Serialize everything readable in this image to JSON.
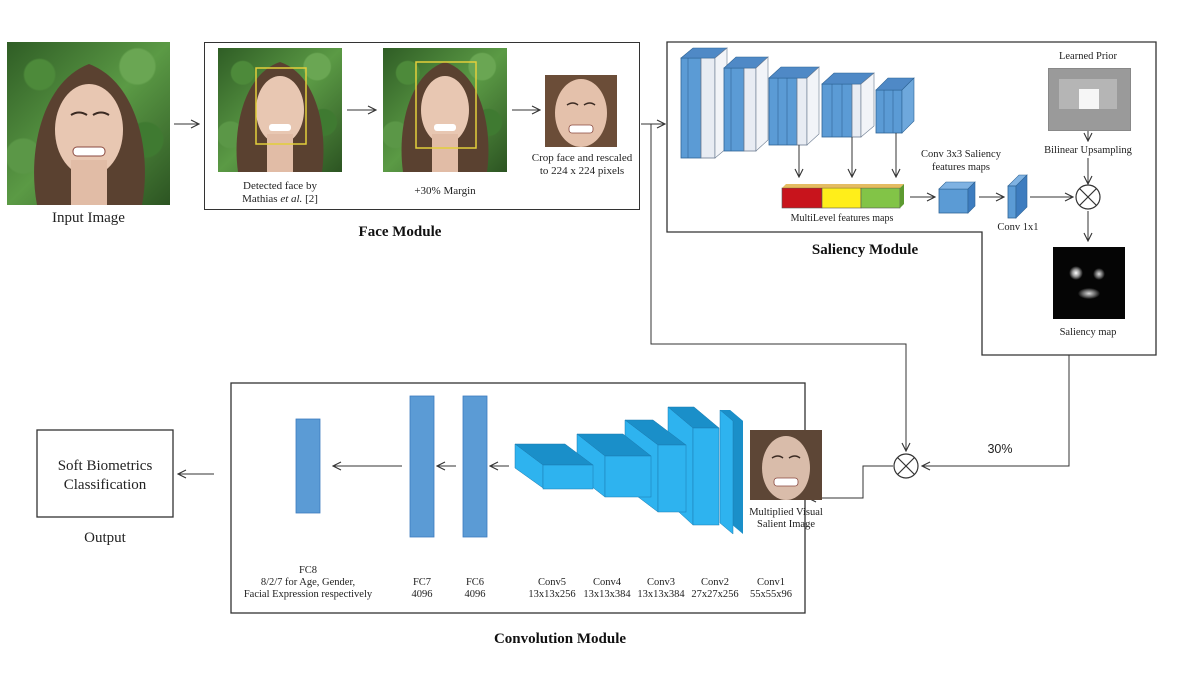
{
  "input": {
    "caption": "Input Image"
  },
  "face_module": {
    "title": "Face Module",
    "steps": [
      {
        "caption_line1": "Detected face by",
        "caption_line2_prefix": "Mathias ",
        "caption_line2_italic": "et al.",
        "caption_line2_suffix": " [2]"
      },
      {
        "caption_line1": "+30% Margin"
      },
      {
        "caption_line1": "Crop face and rescaled",
        "caption_line2": "to 224 x 224 pixels"
      }
    ]
  },
  "saliency_module": {
    "title": "Saliency Module",
    "multilevel_label": "MultiLevel features maps",
    "multilevel_colors": [
      "#c8141c",
      "#ffee1a",
      "#82c447"
    ],
    "conv3x3_label_line1": "Conv 3x3 Saliency",
    "conv3x3_label_line2": "features maps",
    "conv1x1_label": "Conv 1x1",
    "learned_prior_label": "Learned Prior",
    "upsampling_label": "Bilinear Upsampling",
    "saliency_map_label": "Saliency map"
  },
  "fusion": {
    "weight_label": "30%"
  },
  "convolution_module": {
    "title": "Convolution Module",
    "input_caption_line1": "Multiplied Visual",
    "input_caption_line2": "Salient Image",
    "layers": [
      {
        "name": "Conv1",
        "dims": "55x55x96"
      },
      {
        "name": "Conv2",
        "dims": "27x27x256"
      },
      {
        "name": "Conv3",
        "dims": "13x13x384"
      },
      {
        "name": "Conv4",
        "dims": "13x13x384"
      },
      {
        "name": "Conv5",
        "dims": "13x13x256"
      }
    ],
    "fc": [
      {
        "name": "FC6",
        "size": "4096"
      },
      {
        "name": "FC7",
        "size": "4096"
      },
      {
        "name": "FC8",
        "line2": "8/2/7 for Age, Gender,",
        "line3": "Facial Expression respectively"
      }
    ]
  },
  "output": {
    "box_line1": "Soft Biometrics",
    "box_line2": "Classification",
    "caption": "Output"
  },
  "colors": {
    "block_blue": "#5b9bd5",
    "conv_cyan": "#2eb3ef",
    "conv_dark": "#1a8fc9",
    "line": "#333333"
  }
}
